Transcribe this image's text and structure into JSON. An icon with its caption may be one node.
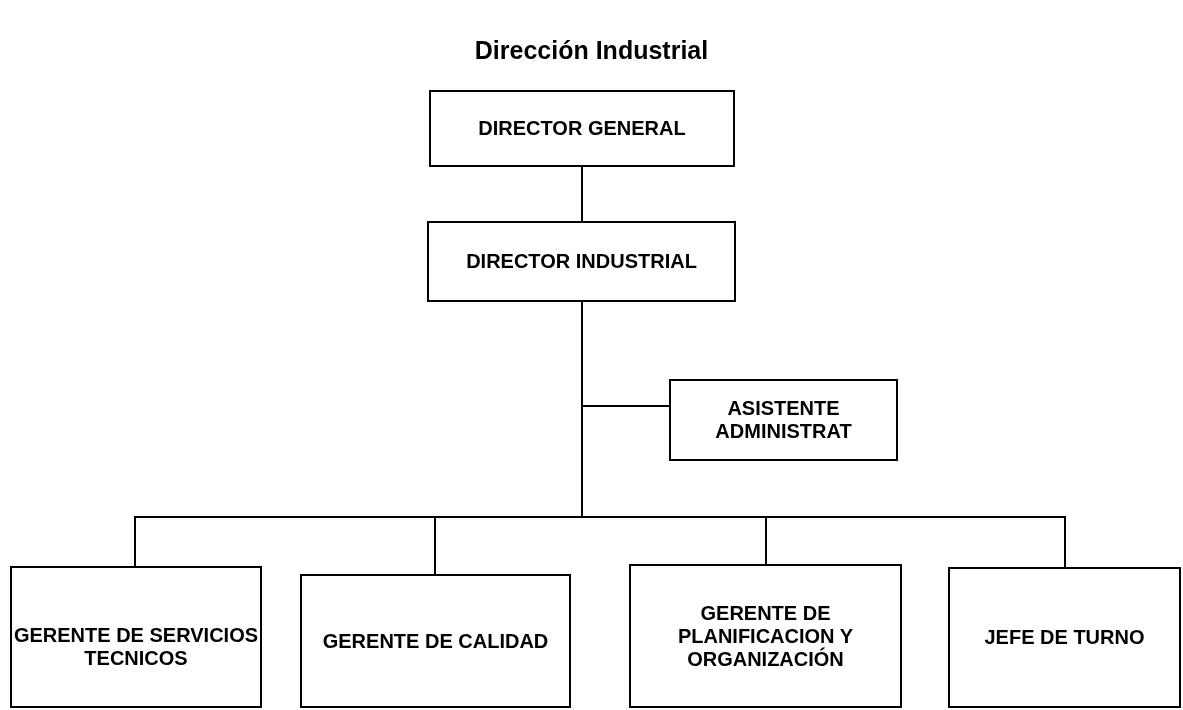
{
  "diagram": {
    "title": "Dirección Industrial",
    "nodes": [
      {
        "text": [
          "DIRECTOR GENERAL"
        ]
      },
      {
        "text": [
          "DIRECTOR INDUSTRIAL"
        ]
      },
      {
        "text": [
          "ASISTENTE ADMINISTRAT"
        ]
      },
      {
        "text": [
          "GERENTE DE SERVICIOS TECNICOS"
        ]
      },
      {
        "text": [
          "GERENTE DE CALIDAD"
        ]
      },
      {
        "text": [
          "GERENTE DE PLANIFICACION Y ORGANIZACIÓN"
        ]
      },
      {
        "text": [
          "JEFE DE TURNO"
        ]
      }
    ],
    "edges": [
      {
        "from": 0,
        "to": 1,
        "arrow": "none"
      },
      {
        "from": 1,
        "to": 2,
        "arrow": "none"
      },
      {
        "from": 1,
        "to": 3,
        "arrow": "none"
      },
      {
        "from": 1,
        "to": 4,
        "arrow": "none"
      },
      {
        "from": 1,
        "to": 5,
        "arrow": "none"
      },
      {
        "from": 1,
        "to": 6,
        "arrow": "none"
      }
    ]
  }
}
